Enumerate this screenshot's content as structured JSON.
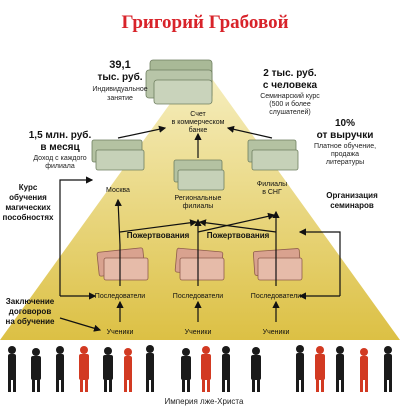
{
  "title": "Григорий Грабовой",
  "top": {
    "amount_line1": "39,1",
    "amount_line2": "тыс. руб.",
    "amount_note": "Индивидуальное",
    "amount_note2": "занятие",
    "bank_line1": "Счет",
    "bank_line2": "в коммерческом",
    "bank_line3": "банке"
  },
  "seminar": {
    "line1": "2 тыс. руб.",
    "line2": "с человека",
    "note1": "Семинарский курс",
    "note2": "(500 и более",
    "note3": "слушателей)"
  },
  "branch_income": {
    "line1": "1,5 млн. руб.",
    "line2": "в месяц",
    "note1": "Доход с каждого",
    "note2": "филиала"
  },
  "revenue": {
    "line1": "10%",
    "line2": "от выручки",
    "note1": "Платное обучение,",
    "note2": "продажа",
    "note3": "литературы"
  },
  "nodes": {
    "moscow": "Москва",
    "regional_line1": "Региональные",
    "regional_line2": "филиалы",
    "cis_line1": "Филиалы",
    "cis_line2": "в СНГ",
    "followers": "Последователи",
    "students": "Ученики"
  },
  "side_labels": {
    "courses_line1": "Курс",
    "courses_line2": "обучения",
    "courses_line3": "магических",
    "courses_line4": "пособностях",
    "seminars_line1": "Организация",
    "seminars_line2": "семинаров",
    "contracts_line1": "Заключение",
    "contracts_line2": "договоров",
    "contracts_line3": "на обучение"
  },
  "donations": "Пожертвования",
  "caption": "Империя лже-Христа",
  "colors": {
    "title": "#d8232a",
    "pyramid_top": "#f6edb0",
    "pyramid_bottom": "#e0c64a",
    "arrow": "#111111",
    "money_green": "#9fb48c",
    "money_pink": "#d9a28f",
    "silhouette_dark": "#1a1a1a",
    "silhouette_red": "#d23a22"
  }
}
